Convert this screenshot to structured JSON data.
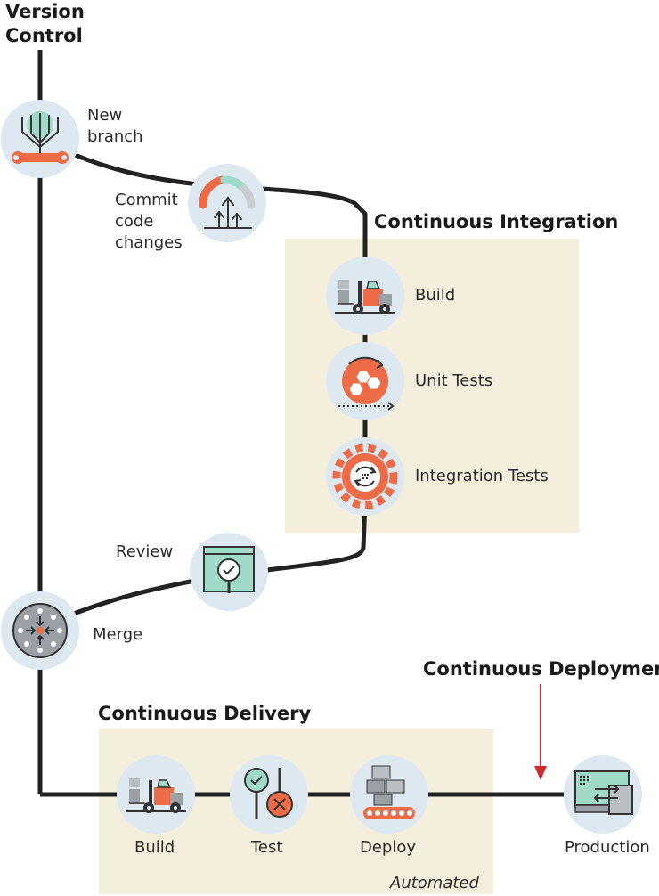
{
  "sections": {
    "version_control": "Version Control",
    "continuous_integration": "Continuous Integration",
    "continuous_delivery": "Continuous Delivery",
    "continuous_deployment": "Continuous Deployment",
    "automated": "Automated"
  },
  "steps": {
    "new_branch": "New branch",
    "commit": "Commit code changes",
    "ci_build": "Build",
    "unit_tests": "Unit Tests",
    "integration_tests": "Integration Tests",
    "review": "Review",
    "merge": "Merge",
    "cd_build": "Build",
    "test": "Test",
    "deploy": "Deploy",
    "production": "Production"
  },
  "colors": {
    "line": "#222222",
    "node_fill": "#dde8f0",
    "panel_fill": "#f3efdc",
    "accent_orange": "#ee6b47",
    "accent_teal": "#9fd9c8",
    "deployment_arrow": "#cc2a30"
  },
  "icons": {
    "new_branch": "branch-wrench-icon",
    "commit": "commit-gauge-icon",
    "ci_build": "forklift-icon",
    "unit_tests": "hexagon-cycle-icon",
    "integration_tests": "gear-icon",
    "review": "magnifier-check-icon",
    "merge": "merge-target-icon",
    "cd_build": "forklift-icon",
    "test": "check-cross-icon",
    "deploy": "conveyor-boxes-icon",
    "production": "monitor-transfer-icon"
  }
}
